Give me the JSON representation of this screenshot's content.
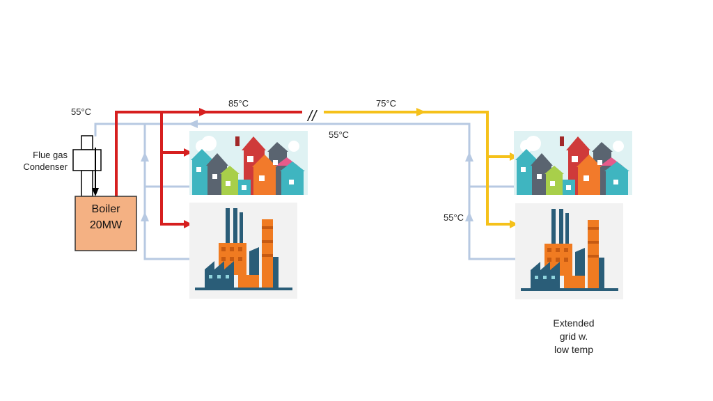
{
  "labels": {
    "supply_hot_temp": "85°C",
    "supply_warm_temp": "75°C",
    "return_temp_left": "55°C",
    "return_temp_mid": "55°C",
    "return_temp_right": "55°C",
    "condenser_line1": "Flue gas",
    "condenser_line2": "Condenser",
    "boiler_line1": "Boiler",
    "boiler_line2": "20MW",
    "break_marker": "//",
    "extended_line1": "Extended",
    "extended_line2": "grid w.",
    "extended_line3": "low temp"
  },
  "colors": {
    "hot_supply": "#d61f1f",
    "warm_supply": "#f5c11a",
    "return": "#b7c9e2",
    "boiler_fill": "#f4b183",
    "house_sky": "#dff2f3"
  },
  "icons": {
    "houses": "houses-icon",
    "factory": "factory-icon"
  }
}
